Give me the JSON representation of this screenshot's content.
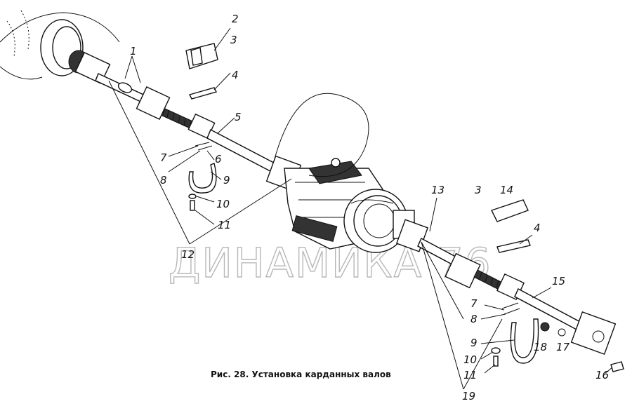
{
  "caption": "Рис. 28. Установка карданных валов",
  "watermark": "ДИНАМИКА 76",
  "callouts": {
    "c1": "1",
    "c2": "2",
    "c3_top": "3",
    "c4_top": "4",
    "c5": "5",
    "c6": "6",
    "c7_left": "7",
    "c8_left": "8",
    "c9_left": "9",
    "c10_left": "10",
    "c11_left": "11",
    "c12": "12",
    "c13": "13",
    "c3_right": "3",
    "c14": "14",
    "c4_right": "4",
    "c15": "15",
    "c7_right": "7",
    "c8_right": "8",
    "c9_right": "9",
    "c10_right": "10",
    "c11_right": "11",
    "c16": "16",
    "c17": "17",
    "c18": "18",
    "c19": "19"
  }
}
